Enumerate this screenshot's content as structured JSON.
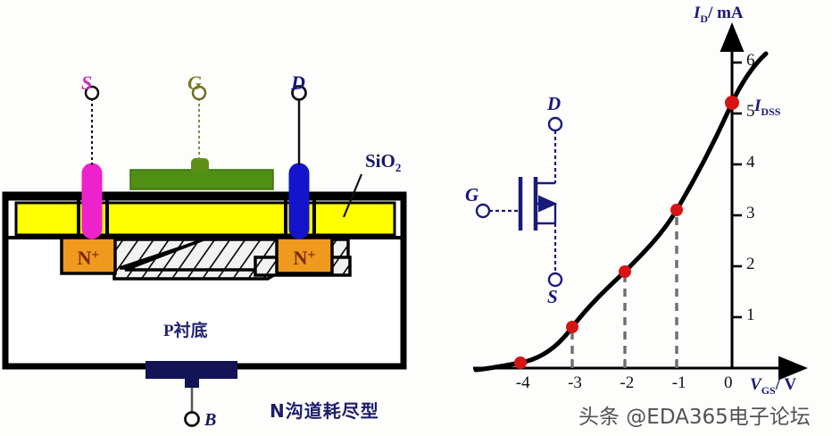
{
  "device": {
    "terminals": [
      {
        "id": "source",
        "label": "S",
        "color": "#cc33bb"
      },
      {
        "id": "gate",
        "label": "G",
        "color": "#7a7a1e"
      },
      {
        "id": "drain",
        "label": "D",
        "color": "#151585"
      },
      {
        "id": "body",
        "label": "B",
        "color": "#161660"
      }
    ],
    "oxide_label": "SiO",
    "oxide_subscript": "2",
    "substrate_label": "P衬底",
    "region_labels": [
      "N+",
      "N+"
    ],
    "caption": "N沟道耗尽型",
    "colors": {
      "oxide": "#ffff00",
      "gate_metal": "#4f8f14",
      "source_metal": "#ee22cc",
      "drain_metal": "#1414cc",
      "body_metal": "#131355",
      "nplus": "#f0991f",
      "outline": "#000000"
    }
  },
  "symbol": {
    "name": "n-channel-depletion-mosfet",
    "drain_label": "D",
    "gate_label": "G",
    "source_label": "S",
    "color": "#1a1a7a"
  },
  "chart_data": {
    "type": "line",
    "title": "",
    "xlabel": "V",
    "xlabel_sub": "GS",
    "xlabel_unit": "/ V",
    "ylabel": "I",
    "ylabel_sub": "D",
    "ylabel_unit": "/ mA",
    "x": [
      -4,
      -3,
      -2,
      -1,
      0
    ],
    "values": [
      0.1,
      0.8,
      1.9,
      3.1,
      5.2
    ],
    "xticks": [
      -4,
      -3,
      -2,
      -1,
      0
    ],
    "xtick_labels": [
      "-4",
      "-3",
      "-2",
      "-1",
      "0"
    ],
    "yticks": [
      1,
      2,
      3,
      4,
      5,
      6
    ],
    "ytick_labels": [
      "1",
      "2",
      "3",
      "4",
      "5",
      "6"
    ],
    "xlim": [
      -4.6,
      0.6
    ],
    "ylim": [
      0,
      6.6
    ],
    "grid": false,
    "legend": "",
    "annotations": [
      {
        "text": "I",
        "sub": "DSS",
        "x": 0,
        "y": 5.2
      }
    ],
    "marker_color": "#d61414",
    "curve_color": "#000000",
    "dropline_color": "#6e6e6e",
    "dropline_at": [
      -3,
      -2,
      -1
    ]
  },
  "watermark": {
    "text": "头条 @EDA365电子论坛"
  }
}
